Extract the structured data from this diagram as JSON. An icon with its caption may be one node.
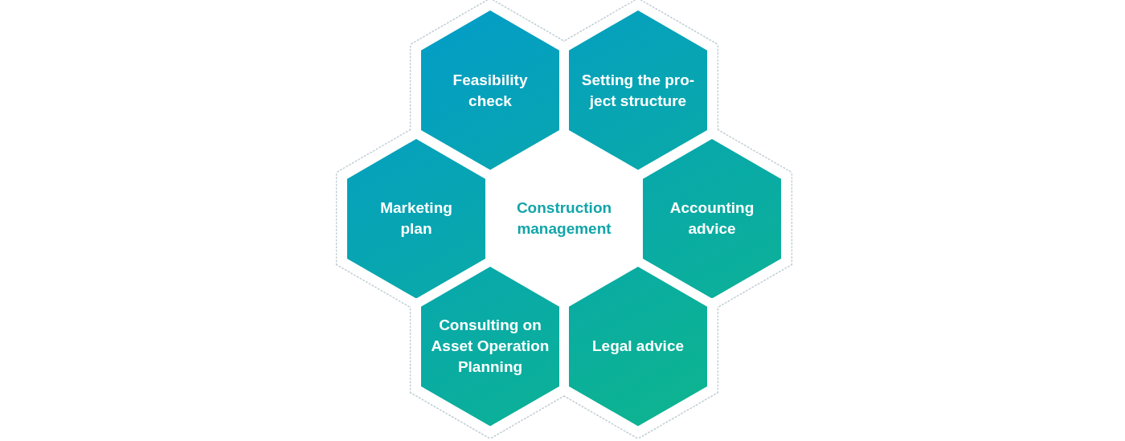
{
  "diagram": {
    "nodes": [
      {
        "text": [
          "Feasibility check"
        ]
      },
      {
        "text": [
          "Setting the pro-ject structure"
        ]
      },
      {
        "text": [
          "Marketing plan"
        ]
      },
      {
        "text": [
          "Construction management"
        ]
      },
      {
        "text": [
          "Accounting advice"
        ]
      },
      {
        "text": [
          "Consulting on Asset Operation Planning"
        ]
      },
      {
        "text": [
          "Legal advice"
        ]
      }
    ]
  }
}
